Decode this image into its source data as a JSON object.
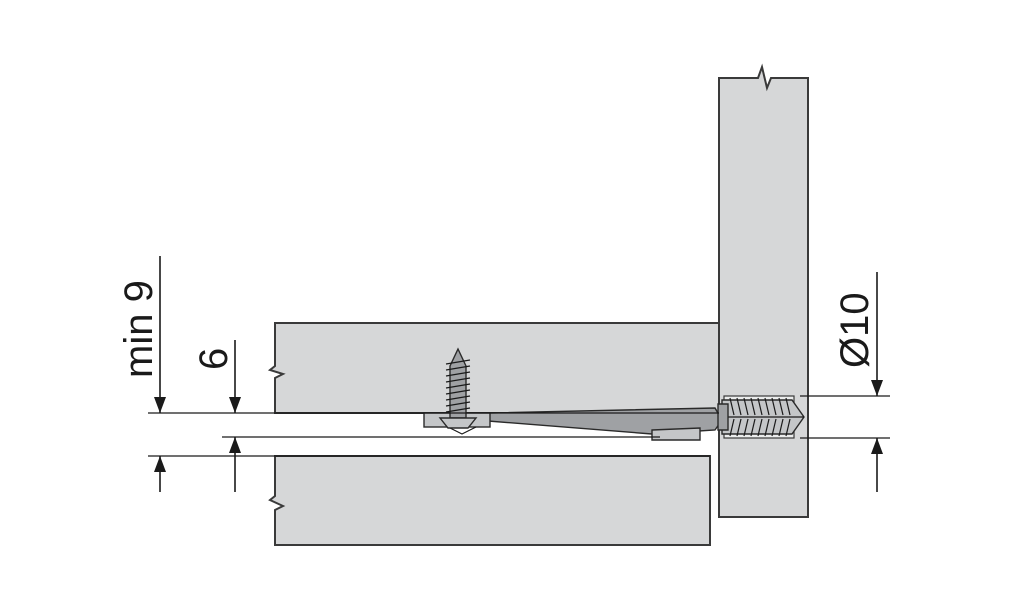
{
  "dimensions": {
    "min_gap_label": "min 9",
    "plate_offset_label": "6",
    "dowel_diameter_label": "Ø10"
  },
  "colors": {
    "board_fill": "#d6d7d8",
    "outline": "#3a3a3a",
    "metal": "#9fa1a4"
  }
}
